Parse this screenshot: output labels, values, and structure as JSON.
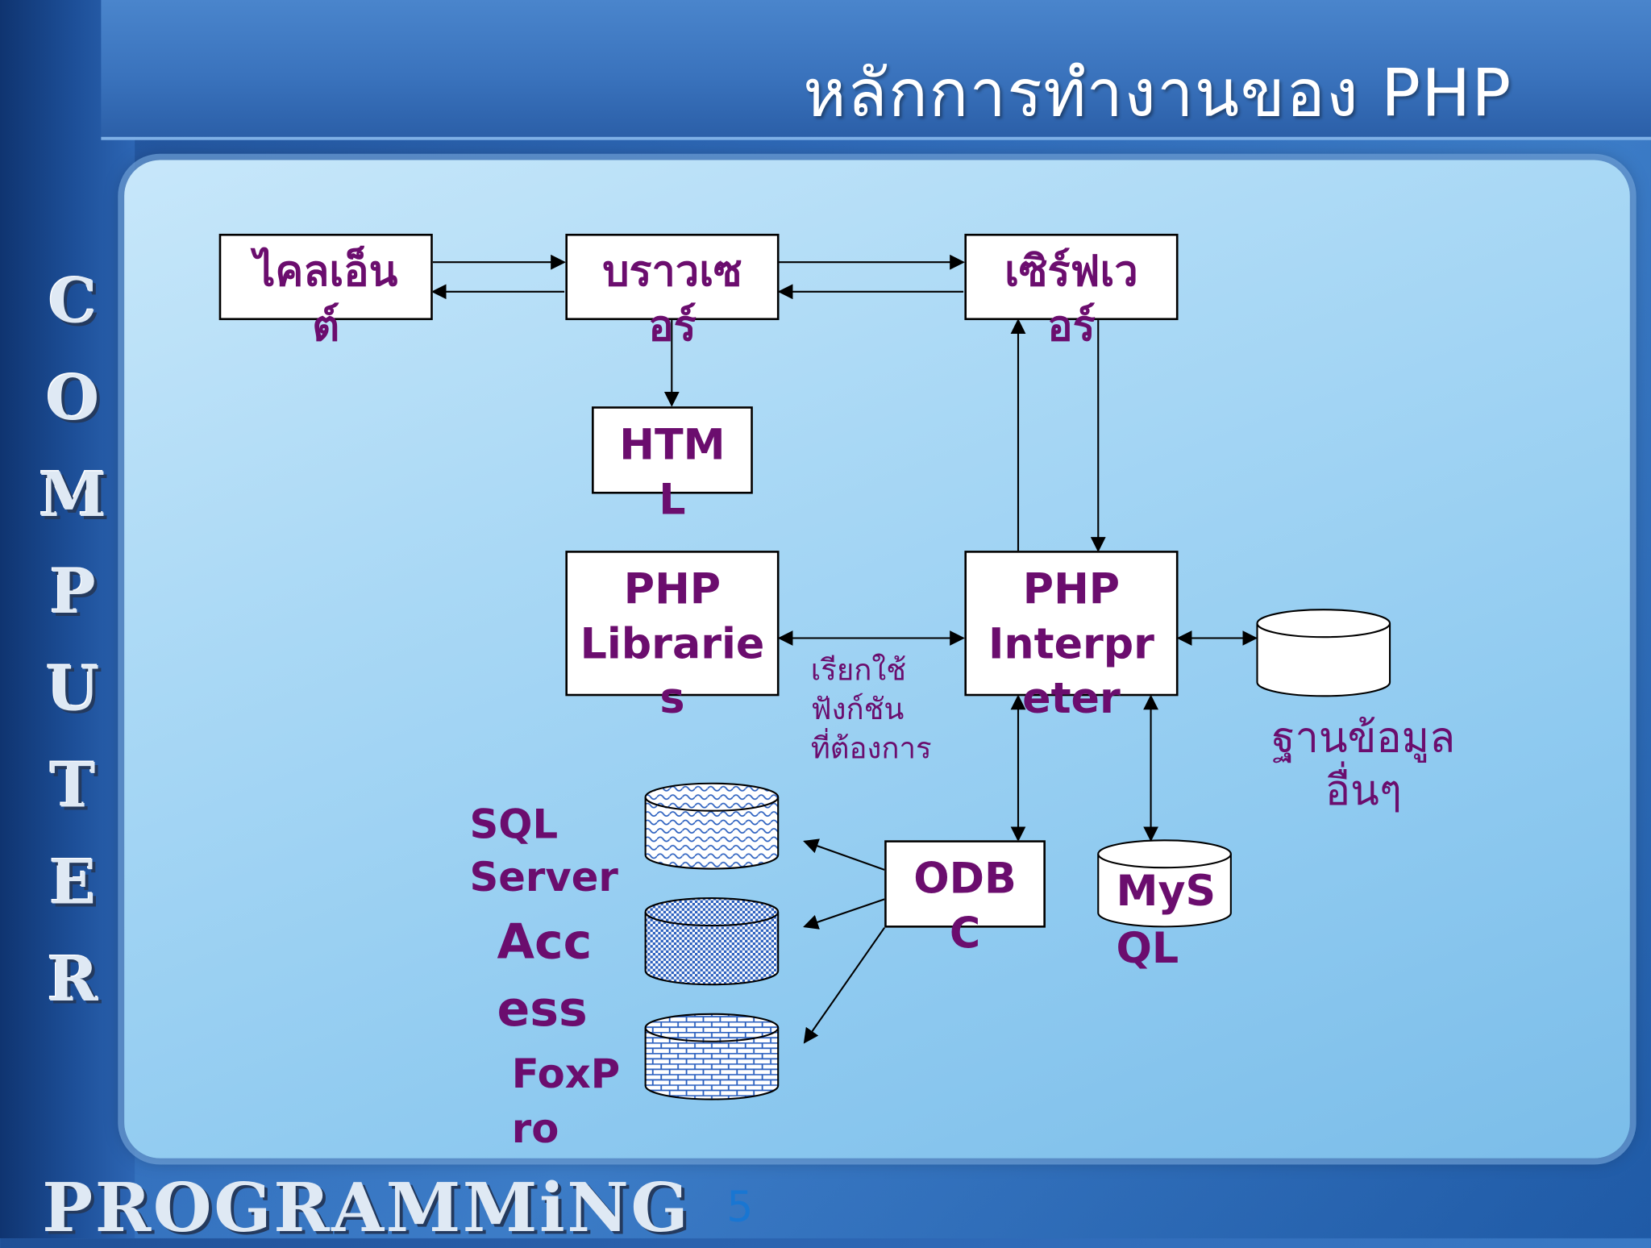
{
  "slide": {
    "title": "หลักการทำงานของ PHP",
    "side_word_letters": [
      "C",
      "O",
      "M",
      "P",
      "U",
      "T",
      "E",
      "R"
    ],
    "bottom_word": "PROGRAMMiNG",
    "page_number": "5"
  },
  "diagram": {
    "client": [
      "ไคลเอ็น",
      "ต์"
    ],
    "browser": [
      "บราวเซ",
      "อร์"
    ],
    "server": [
      "เซิร์ฟเว",
      "อร์"
    ],
    "html": [
      "HTM",
      "L"
    ],
    "php_libraries": [
      "PHP",
      "Librarie",
      "s"
    ],
    "php_interpreter": [
      "PHP",
      "Interpr",
      "eter"
    ],
    "call_note": [
      "เรียกใช้",
      "ฟังก์ชัน",
      "ที่ต้องการ"
    ],
    "other_db": [
      "ฐานข้อมูล",
      "อื่นๆ"
    ],
    "odbc": [
      "ODB",
      "C"
    ],
    "mysql": [
      "MyS",
      "QL"
    ],
    "sql_server": [
      "SQL",
      "Server"
    ],
    "access": [
      "Acc",
      "ess"
    ],
    "foxpro": [
      "FoxP",
      "ro"
    ]
  }
}
